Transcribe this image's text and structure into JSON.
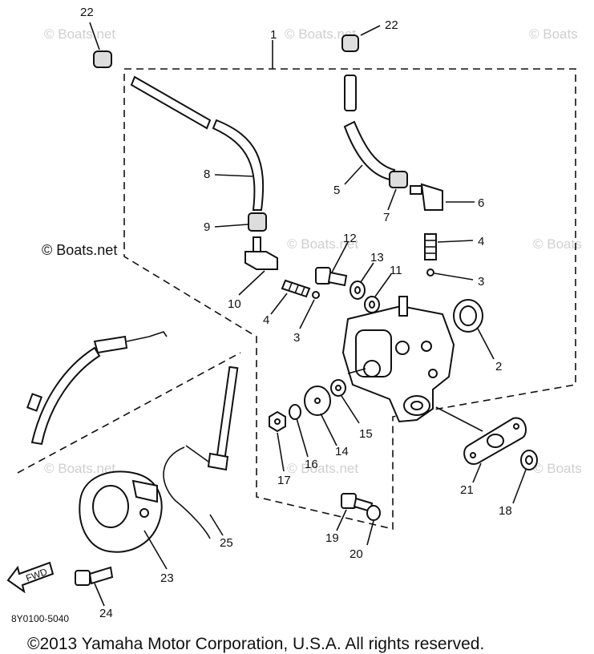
{
  "callouts": [
    "22",
    "22",
    "1",
    "8",
    "9",
    "10",
    "5",
    "7",
    "6",
    "4",
    "3",
    "12",
    "13",
    "11",
    "4",
    "3",
    "2",
    "15",
    "14",
    "16",
    "17",
    "21",
    "18",
    "25",
    "23",
    "19",
    "20",
    "24"
  ],
  "watermarks": {
    "main": "© Boats.net",
    "faint": [
      "© Boats.net",
      "© Boats.net",
      "© Boats",
      "© Boats.net",
      "© Boats",
      "© Boats.net",
      "© Boats.net",
      "© Boats"
    ]
  },
  "fwd_label": "FWD",
  "diagram_code": "8Y0100-5040",
  "copyright": "©2013 Yamaha Motor Corporation, U.S.A. All rights reserved."
}
